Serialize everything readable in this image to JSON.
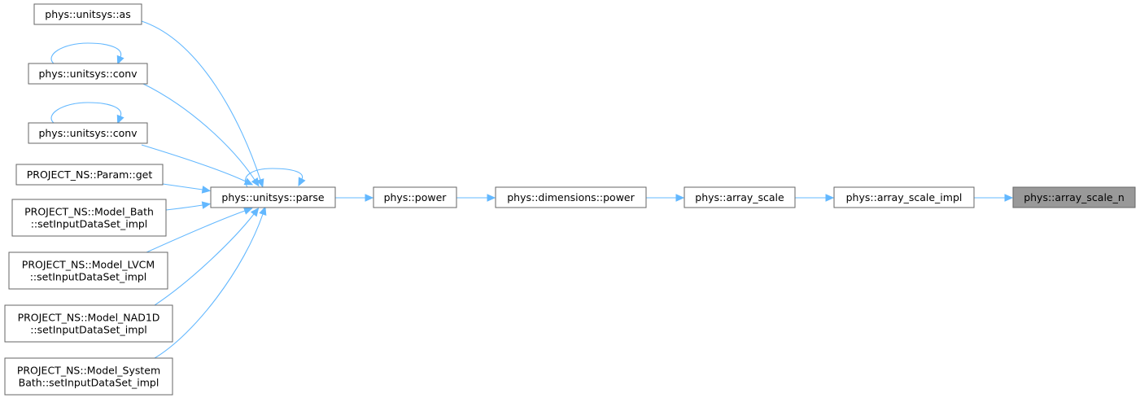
{
  "nodes": {
    "as": {
      "lines": [
        "phys::unitsys::as"
      ]
    },
    "conv1": {
      "lines": [
        "phys::unitsys::conv"
      ]
    },
    "conv2": {
      "lines": [
        "phys::unitsys::conv"
      ]
    },
    "param_get": {
      "lines": [
        "PROJECT_NS::Param::get"
      ]
    },
    "model_bath": {
      "lines": [
        "PROJECT_NS::Model_Bath",
        "::setInputDataSet_impl"
      ]
    },
    "model_lvcm": {
      "lines": [
        "PROJECT_NS::Model_LVCM",
        "::setInputDataSet_impl"
      ]
    },
    "model_nad1d": {
      "lines": [
        "PROJECT_NS::Model_NAD1D",
        "::setInputDataSet_impl"
      ]
    },
    "model_systembath": {
      "lines": [
        "PROJECT_NS::Model_System",
        "Bath::setInputDataSet_impl"
      ]
    },
    "parse": {
      "lines": [
        "phys::unitsys::parse"
      ]
    },
    "power": {
      "lines": [
        "phys::power"
      ]
    },
    "dim_power": {
      "lines": [
        "phys::dimensions::power"
      ]
    },
    "array_scale": {
      "lines": [
        "phys::array_scale"
      ]
    },
    "array_scale_impl": {
      "lines": [
        "phys::array_scale_impl"
      ]
    },
    "array_scale_n": {
      "lines": [
        "phys::array_scale_n"
      ],
      "current": true
    }
  },
  "edges": [
    {
      "from": "as",
      "to": "parse"
    },
    {
      "from": "conv1",
      "to": "conv1",
      "self": true
    },
    {
      "from": "conv1",
      "to": "parse"
    },
    {
      "from": "conv2",
      "to": "conv2",
      "self": true
    },
    {
      "from": "conv2",
      "to": "parse"
    },
    {
      "from": "param_get",
      "to": "parse"
    },
    {
      "from": "model_bath",
      "to": "parse"
    },
    {
      "from": "model_lvcm",
      "to": "parse"
    },
    {
      "from": "model_nad1d",
      "to": "parse"
    },
    {
      "from": "model_systembath",
      "to": "parse"
    },
    {
      "from": "parse",
      "to": "parse",
      "self": true
    },
    {
      "from": "parse",
      "to": "power"
    },
    {
      "from": "power",
      "to": "dim_power"
    },
    {
      "from": "dim_power",
      "to": "array_scale"
    },
    {
      "from": "array_scale",
      "to": "array_scale_impl"
    },
    {
      "from": "array_scale_impl",
      "to": "array_scale_n"
    }
  ],
  "colors": {
    "edge": "#63b8ff",
    "node_border": "#666666",
    "node_fill": "#ffffff",
    "current_fill": "#999999",
    "text": "#000000"
  }
}
